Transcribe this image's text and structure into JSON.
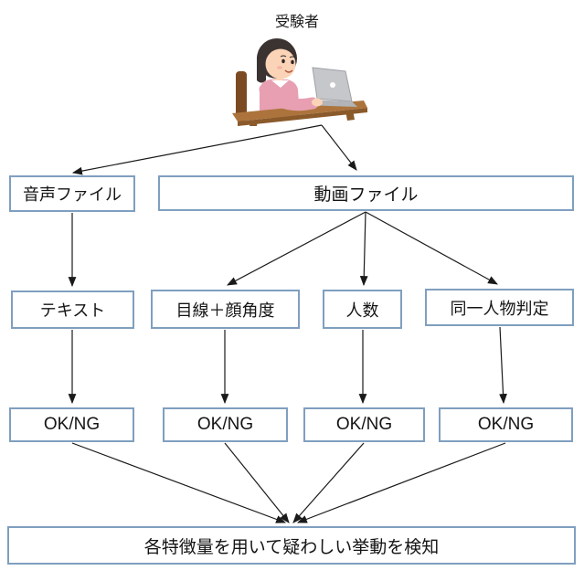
{
  "title": "受験者",
  "colors": {
    "box_border": "#7F9FBF",
    "arrow": "#1A1A1A",
    "hair": "#3B3331",
    "skin": "#FBD3B6",
    "sweater": "#E89FB2",
    "desk": "#AC743C",
    "desk_edge": "#8B5A2B",
    "laptop": "#C6C7CB",
    "chair": "#7C4A22"
  },
  "boxes": {
    "audio": "音声ファイル",
    "video": "動画ファイル",
    "text": "テキスト",
    "gaze": "目線＋顔角度",
    "people": "人数",
    "same_person": "同一人物判定",
    "result1": "OK/NG",
    "result2": "OK/NG",
    "result3": "OK/NG",
    "result4": "OK/NG",
    "detect": "各特徴量を用いて疑わしい挙動を検知"
  },
  "illustration": "examinee-at-laptop"
}
